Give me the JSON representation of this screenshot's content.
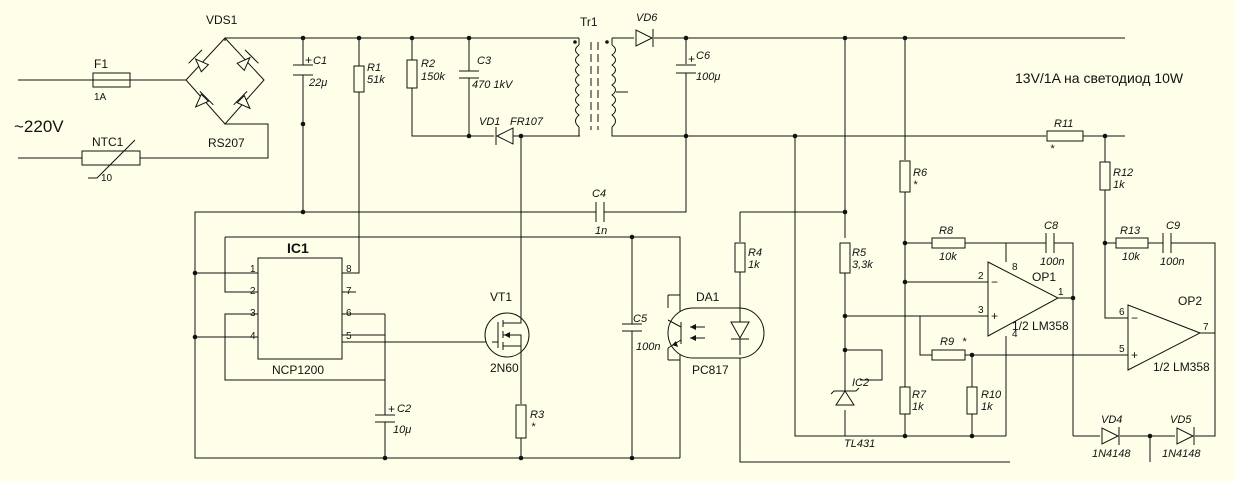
{
  "input": {
    "voltage": "~220V"
  },
  "fuse": {
    "ref": "F1",
    "value": "1A"
  },
  "ntc": {
    "ref": "NTC1",
    "value": "10"
  },
  "bridge": {
    "ref": "VDS1",
    "part": "RS207"
  },
  "transformer": {
    "ref": "Tr1"
  },
  "output": {
    "description": "13V/1A на светодиод 10W"
  },
  "capacitors": {
    "c1": {
      "ref": "C1",
      "value": "22μ",
      "plus": "+"
    },
    "c2": {
      "ref": "C2",
      "value": "10μ",
      "plus": "+"
    },
    "c3": {
      "ref": "C3",
      "value": "470 1kV"
    },
    "c4": {
      "ref": "C4",
      "value": "1n"
    },
    "c5": {
      "ref": "C5",
      "value": "100n"
    },
    "c6": {
      "ref": "C6",
      "value": "100μ",
      "plus": "+"
    },
    "c8": {
      "ref": "C8",
      "value": "100n"
    },
    "c9": {
      "ref": "C9",
      "value": "100n"
    }
  },
  "resistors": {
    "r1": {
      "ref": "R1",
      "value": "51k"
    },
    "r2": {
      "ref": "R2",
      "value": "150k"
    },
    "r3": {
      "ref": "R3",
      "value": "*"
    },
    "r4": {
      "ref": "R4",
      "value": "1k"
    },
    "r5": {
      "ref": "R5",
      "value": "3,3k"
    },
    "r6": {
      "ref": "R6",
      "value": "*"
    },
    "r7": {
      "ref": "R7",
      "value": "1k"
    },
    "r8": {
      "ref": "R8",
      "value": "10k"
    },
    "r9": {
      "ref": "R9",
      "value": "*"
    },
    "r10": {
      "ref": "R10",
      "value": "1k"
    },
    "r11": {
      "ref": "R11",
      "value": "*"
    },
    "r12": {
      "ref": "R12",
      "value": "1k"
    },
    "r13": {
      "ref": "R13",
      "value": "10k"
    }
  },
  "diodes": {
    "vd1": {
      "ref": "VD1",
      "part": "FR107"
    },
    "vd4": {
      "ref": "VD4",
      "part": "1N4148"
    },
    "vd5": {
      "ref": "VD5",
      "part": "1N4148"
    },
    "vd6": {
      "ref": "VD6"
    }
  },
  "ic1": {
    "ref": "IC1",
    "part": "NCP1200",
    "pins_left": [
      "1",
      "2",
      "3",
      "4"
    ],
    "pins_right": [
      "8",
      "7",
      "6",
      "5"
    ]
  },
  "vt1": {
    "ref": "VT1",
    "part": "2N60"
  },
  "da1": {
    "ref": "DA1",
    "part": "PC817"
  },
  "ic2": {
    "ref": "IC2",
    "part": "TL431"
  },
  "op1": {
    "ref": "OP1",
    "part": "1/2 LM358",
    "pins": {
      "p1": "1",
      "p2": "2",
      "p3": "3",
      "p4": "4",
      "p8": "8"
    },
    "minus": "−",
    "plus": "+"
  },
  "op2": {
    "ref": "OP2",
    "part": "1/2 LM358",
    "pins": {
      "p5": "5",
      "p6": "6",
      "p7": "7"
    },
    "minus": "−",
    "plus": "+"
  }
}
